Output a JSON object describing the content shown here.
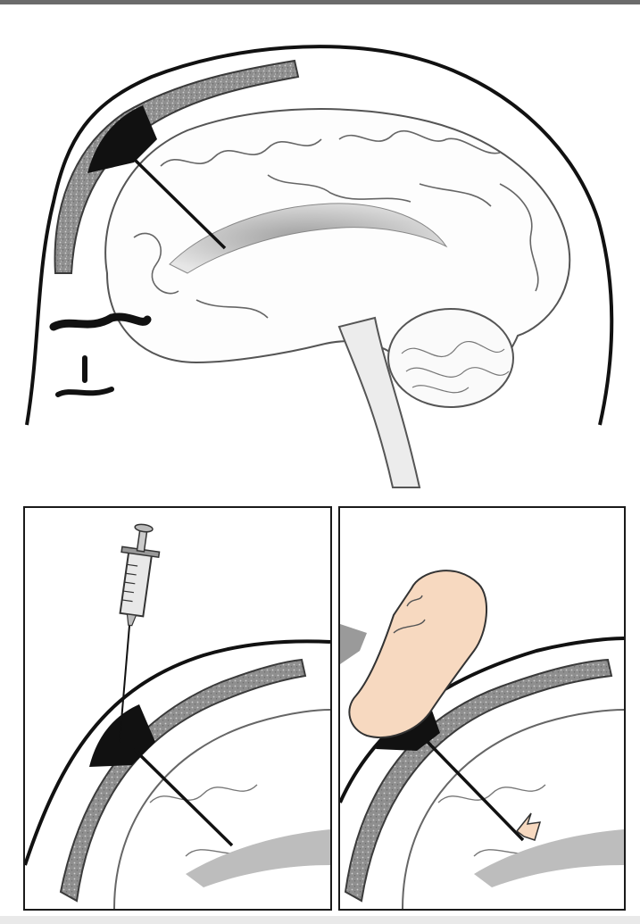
{
  "figure": {
    "panels": [
      {
        "id": "main",
        "depicts": "sagittal-brain-with-ventricular-catheter"
      },
      {
        "id": "inset-left",
        "depicts": "syringe-into-reservoir"
      },
      {
        "id": "inset-right",
        "depicts": "finger-pressing-reservoir"
      }
    ]
  },
  "colors": {
    "outline": "#111111",
    "bone": "#8f8f8f",
    "bone_border": "#3a3a3a",
    "brain_line": "#555555",
    "ventricle_shade": "#bfbfbf",
    "skin": "#f7d9c0",
    "arrow_gray": "#9a9a9a",
    "rule": "#6b6b6b"
  }
}
